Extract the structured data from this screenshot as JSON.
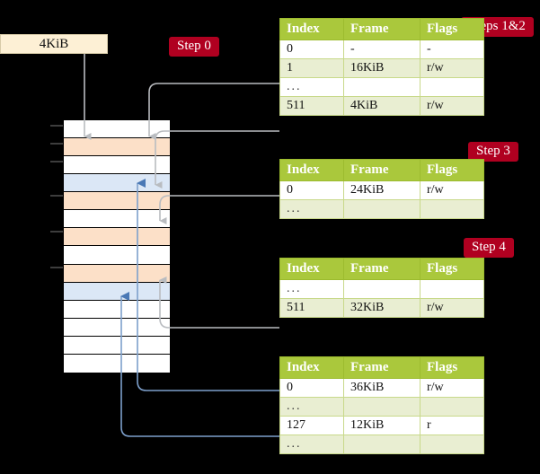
{
  "source": {
    "label": "4KiB"
  },
  "steps": [
    {
      "name": "step-0",
      "label": "Step 0"
    },
    {
      "name": "steps-1-2",
      "label": "Steps 1&2"
    },
    {
      "name": "step-3",
      "label": "Step 3"
    },
    {
      "name": "step-4",
      "label": "Step 4"
    }
  ],
  "columns": {
    "index": "Index",
    "frame": "Frame",
    "flags": "Flags"
  },
  "tables": [
    {
      "name": "page-table-level-4",
      "rows": [
        {
          "index": "0",
          "frame": "-",
          "flags": "-",
          "alt": false,
          "highlight": false
        },
        {
          "index": "1",
          "frame": "16KiB",
          "flags": "r/w",
          "alt": true,
          "highlight": false
        },
        {
          "index": "...",
          "frame": "",
          "flags": "",
          "alt": false,
          "highlight": false,
          "dots": true
        },
        {
          "index": "511",
          "frame": "4KiB",
          "flags": "r/w",
          "alt": true,
          "highlight": true
        }
      ]
    },
    {
      "name": "page-table-level-3",
      "rows": [
        {
          "index": "0",
          "frame": "24KiB",
          "flags": "r/w",
          "alt": false,
          "highlight": false
        },
        {
          "index": "...",
          "frame": "",
          "flags": "",
          "alt": true,
          "highlight": false,
          "dots": true
        }
      ]
    },
    {
      "name": "page-table-level-2",
      "rows": [
        {
          "index": "...",
          "frame": "",
          "flags": "",
          "alt": false,
          "highlight": false,
          "dots": true
        },
        {
          "index": "511",
          "frame": "32KiB",
          "flags": "r/w",
          "alt": true,
          "highlight": false
        }
      ]
    },
    {
      "name": "page-table-level-1",
      "rows": [
        {
          "index": "0",
          "frame": "36KiB",
          "flags": "r/w",
          "alt": false,
          "highlight": false
        },
        {
          "index": "...",
          "frame": "",
          "flags": "",
          "alt": true,
          "highlight": false,
          "dots": true
        },
        {
          "index": "127",
          "frame": "12KiB",
          "flags": "r",
          "alt": false,
          "highlight": false
        },
        {
          "index": "...",
          "frame": "",
          "flags": "",
          "alt": true,
          "highlight": false,
          "dots": true
        }
      ]
    }
  ],
  "memory": {
    "name": "physical-memory-column",
    "cells": [
      {
        "fill": "white"
      },
      {
        "fill": "orange"
      },
      {
        "fill": "white"
      },
      {
        "fill": "blue"
      },
      {
        "fill": "orange"
      },
      {
        "fill": "white"
      },
      {
        "fill": "orange"
      },
      {
        "fill": "white"
      },
      {
        "fill": "orange"
      },
      {
        "fill": "blue"
      },
      {
        "fill": "white"
      },
      {
        "fill": "white"
      },
      {
        "fill": "white"
      },
      {
        "fill": "white"
      }
    ]
  },
  "colors": {
    "accent_green": "#aac83c",
    "row_alt": "#e9eed2",
    "highlight_yellow": "#f9f9a8",
    "pill_red": "#b00020",
    "frame_orange": "#fce0c8",
    "frame_blue": "#dbe7f6",
    "source_cream": "#fdf0d5",
    "background": "#000000"
  }
}
